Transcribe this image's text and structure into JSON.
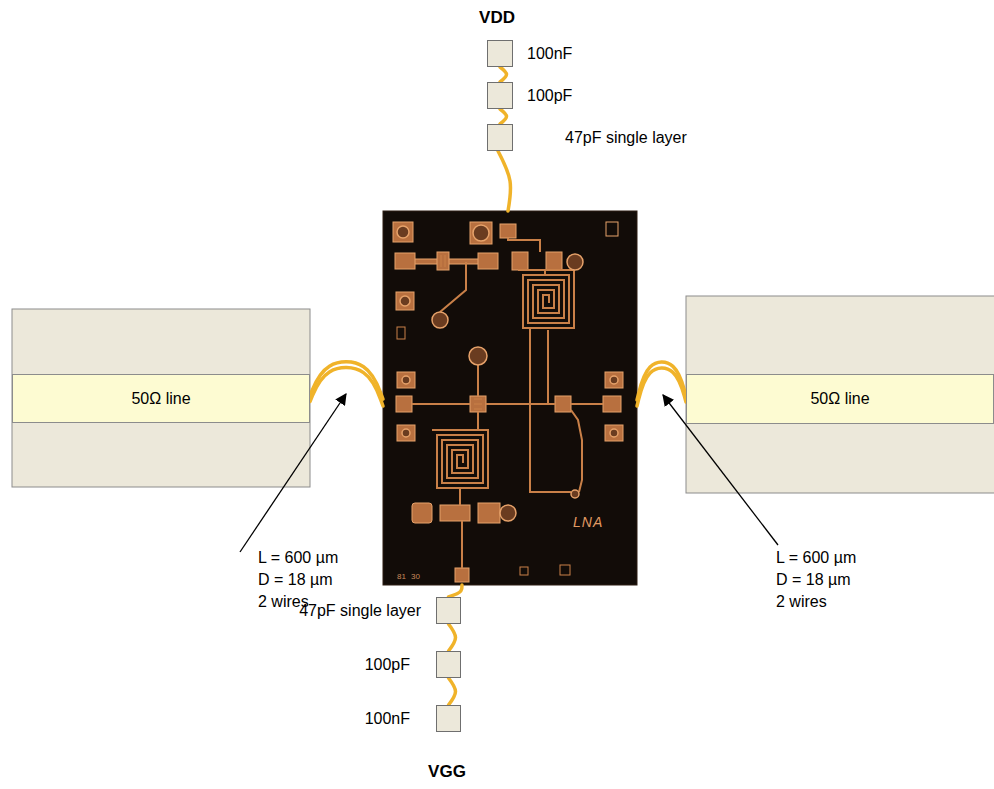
{
  "diagram": {
    "nodes": [
      {
        "text": [
          "100nF"
        ]
      },
      {
        "text": [
          "100pF"
        ]
      },
      {
        "text": [
          "47pF single layer"
        ]
      },
      {
        "text": [
          "50Ω line"
        ]
      },
      {
        "text": [
          "LNA"
        ]
      },
      {
        "text": [
          "50Ω line"
        ]
      },
      {
        "text": [
          "47pF single layer"
        ]
      },
      {
        "text": [
          "100pF"
        ]
      },
      {
        "text": [
          "100nF"
        ]
      }
    ],
    "edges": [
      {
        "from": 0,
        "to": 1,
        "arrow": "none"
      },
      {
        "from": 1,
        "to": 2,
        "arrow": "none"
      },
      {
        "from": 2,
        "to": 4,
        "arrow": "none"
      },
      {
        "from": 3,
        "to": 4,
        "arrow": "none"
      },
      {
        "from": 3,
        "to": 4,
        "arrow": "none"
      },
      {
        "from": 4,
        "to": 5,
        "arrow": "none"
      },
      {
        "from": 4,
        "to": 5,
        "arrow": "none"
      },
      {
        "from": 4,
        "to": 6,
        "arrow": "none"
      },
      {
        "from": 6,
        "to": 7,
        "arrow": "none"
      },
      {
        "from": 7,
        "to": 8,
        "arrow": "none"
      }
    ],
    "labels": [
      "VDD",
      "VGG",
      "L = 600 µm",
      "D = 18 µm",
      "2 wires",
      "L = 600 µm",
      "D = 18 µm",
      "2 wires",
      "81",
      "30"
    ]
  }
}
